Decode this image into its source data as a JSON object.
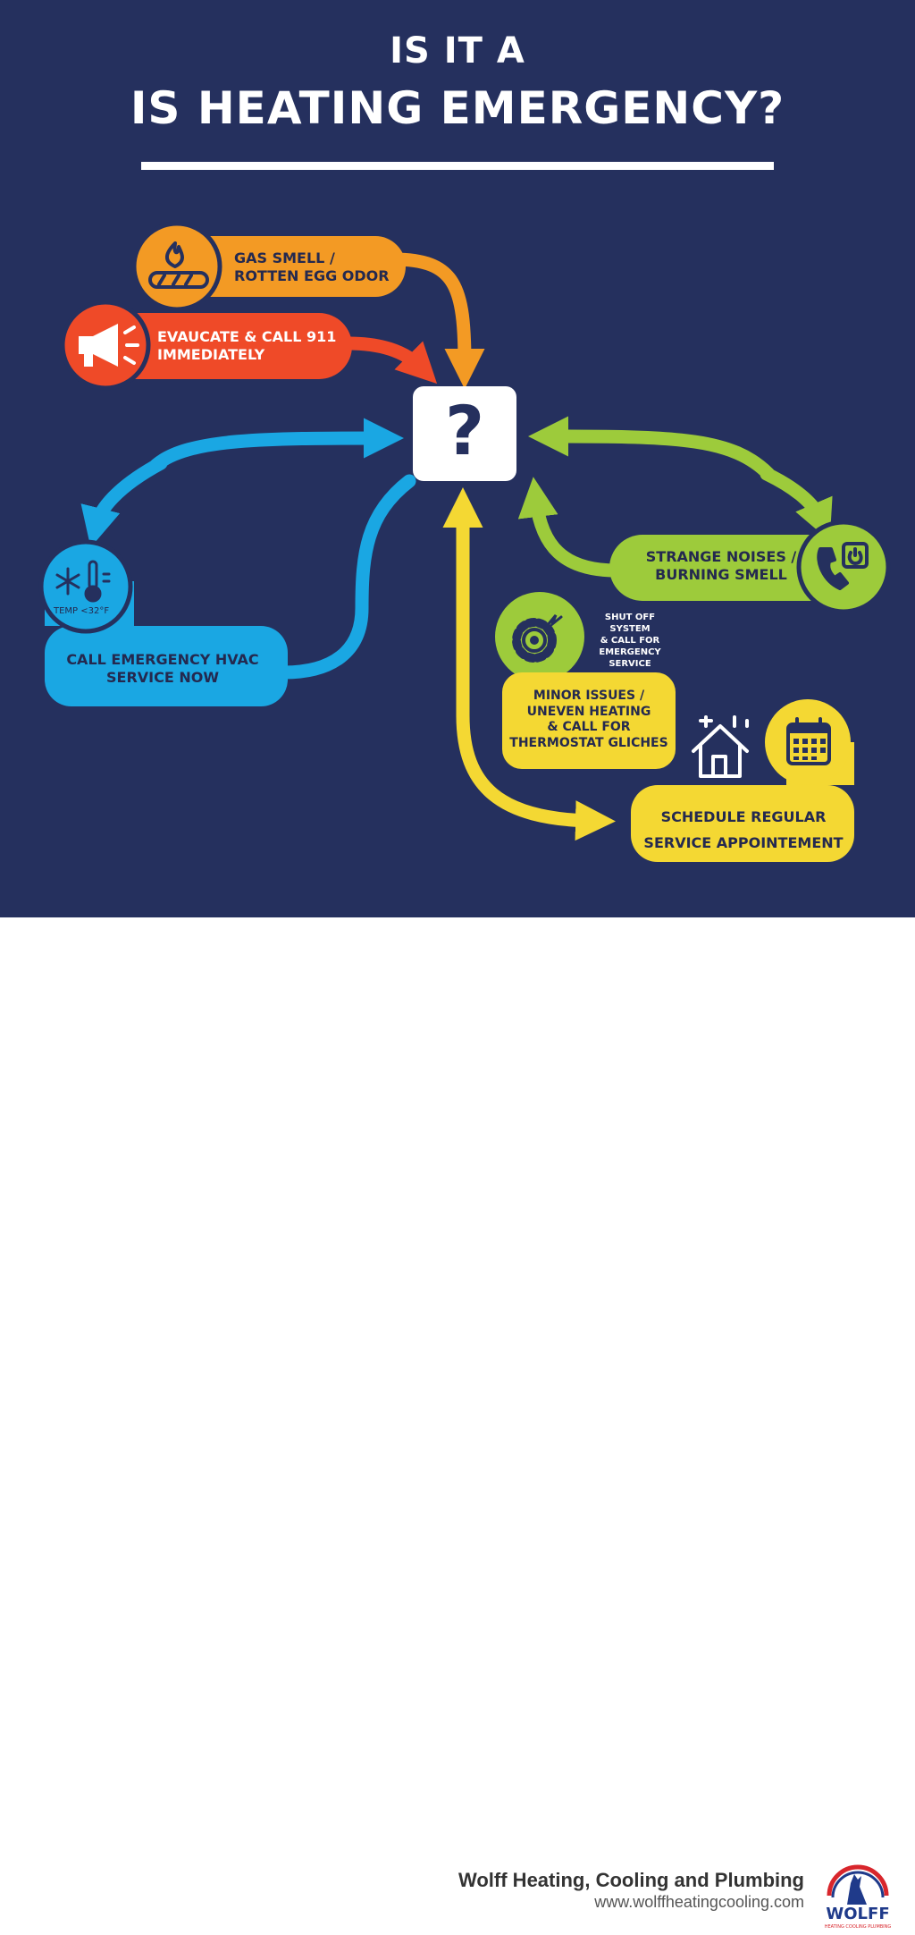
{
  "title": {
    "line1": "IS IT A",
    "line2": "IS HEATING EMERGENCY?"
  },
  "center": {
    "symbol": "?"
  },
  "nodes": {
    "gas": {
      "line1": "GAS SMELL /",
      "line2": "ROTTEN EGG ODOR",
      "color": "#f39a24",
      "icon": "fire-gas-pipe-icon"
    },
    "evacuate": {
      "line1": "EVAUCATE & CALL 911",
      "line2": "IMMEDIATELY",
      "color": "#ef4a28",
      "icon": "megaphone-icon"
    },
    "cold": {
      "line1": "CALL EMERGENCY HVAC",
      "line2": "SERVICE NOW",
      "temp": "TEMP <32°F",
      "color": "#1aa7e3",
      "icon": "snowflake-thermometer-icon"
    },
    "noises": {
      "line1": "STRANGE NOISES /",
      "line2": "BURNING SMELL",
      "color": "#9dcb3b",
      "icon": "phone-power-icon"
    },
    "shutoff": {
      "lines": [
        "SHUT OFF",
        "SYSTEM",
        "& CALL FOR",
        "EMERGENCY",
        "SERVICE"
      ],
      "icon": "gear-spark-icon"
    },
    "minor": {
      "lines": [
        "MINOR ISSUES /",
        "UNEVEN HEATING",
        "& CALL FOR",
        "THERMOSTAT GLICHES"
      ],
      "color": "#f4d833",
      "icon": "house-icon"
    },
    "schedule": {
      "line1": "SCHEDULE REGULAR",
      "line2": "SERVICE APPOINTEMENT",
      "icon": "calendar-icon"
    }
  },
  "colors": {
    "background": "#25305e",
    "orange": "#f39a24",
    "red": "#ef4a28",
    "blue": "#1aa7e3",
    "green": "#9dcb3b",
    "yellow": "#f4d833"
  },
  "footer": {
    "company": "Wolff Heating, Cooling and Plumbing",
    "url": "www.wolffheatingcooling.com",
    "logo_text": "WOLFF",
    "logo_tagline": "HEATING COOLING PLUMBING",
    "logo_icon": "wolf-howling-logo"
  }
}
